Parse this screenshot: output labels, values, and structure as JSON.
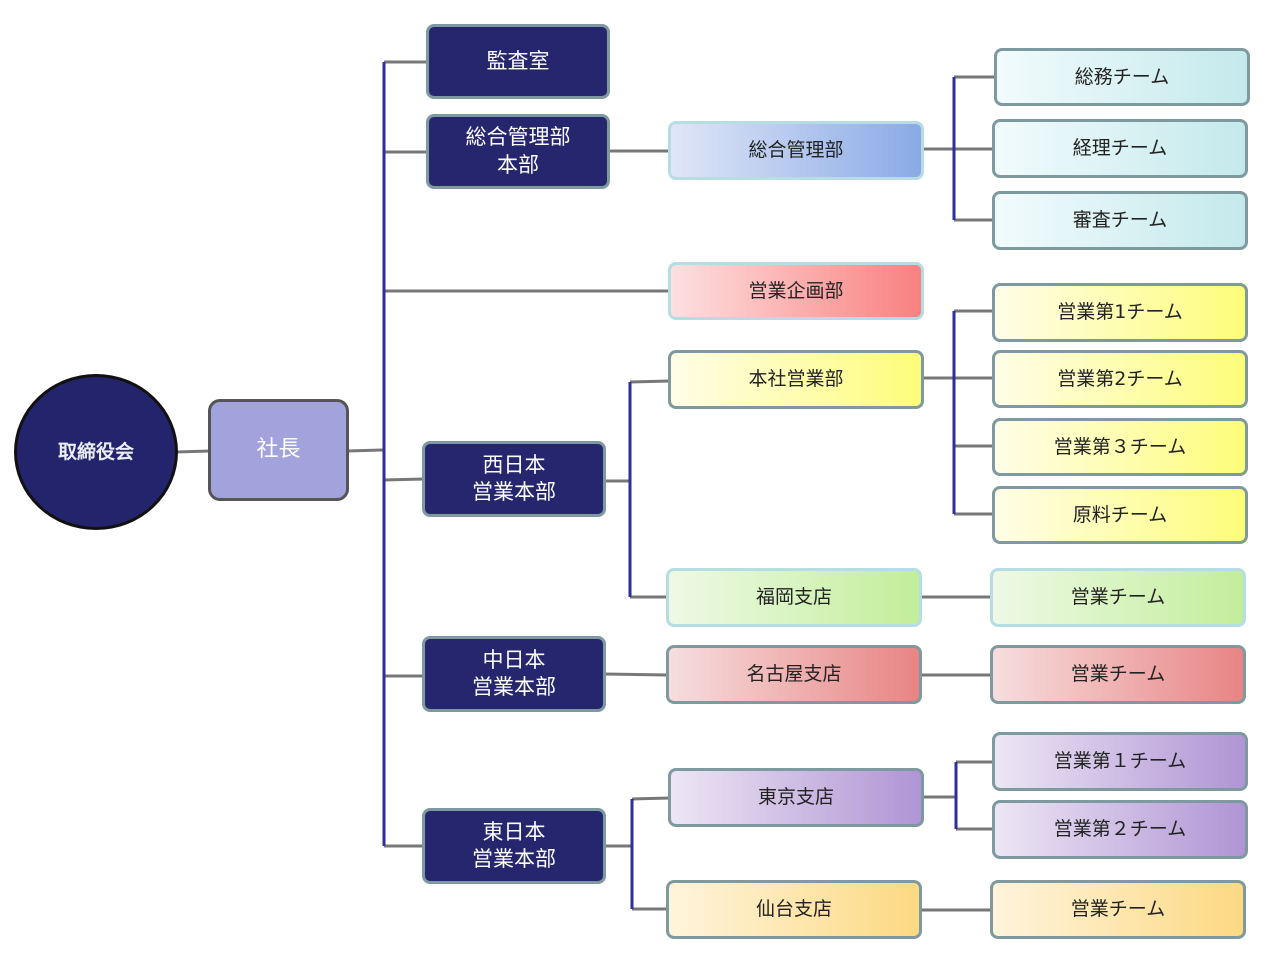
{
  "diagram": {
    "type": "org-chart",
    "colors": {
      "navy": "#26266e",
      "connector_gray": "#777777",
      "connector_blue": "#2e2e9c"
    },
    "root": "取締役会",
    "president": "社長",
    "divisions": {
      "audit": "監査室",
      "general_hq": [
        "総合管理部",
        "本部"
      ],
      "west_hq": [
        "西日本",
        "営業本部"
      ],
      "central_hq": [
        "中日本",
        "営業本部"
      ],
      "east_hq": [
        "東日本",
        "営業本部"
      ]
    },
    "departments": {
      "general_admin": "総合管理部",
      "sales_planning": "営業企画部",
      "head_office_sales": "本社営業部",
      "fukuoka": "福岡支店",
      "nagoya": "名古屋支店",
      "tokyo": "東京支店",
      "sendai": "仙台支店"
    },
    "teams": {
      "general_affairs": "総務チーム",
      "accounting": "経理チーム",
      "review": "審査チーム",
      "hq_sales_1": "営業第1チーム",
      "hq_sales_2": "営業第2チーム",
      "hq_sales_3": "営業第３チーム",
      "materials": "原料チーム",
      "fukuoka_sales": "営業チーム",
      "nagoya_sales": "営業チーム",
      "tokyo_sales_1": "営業第１チーム",
      "tokyo_sales_2": "営業第２チーム",
      "sendai_sales": "営業チーム"
    }
  }
}
